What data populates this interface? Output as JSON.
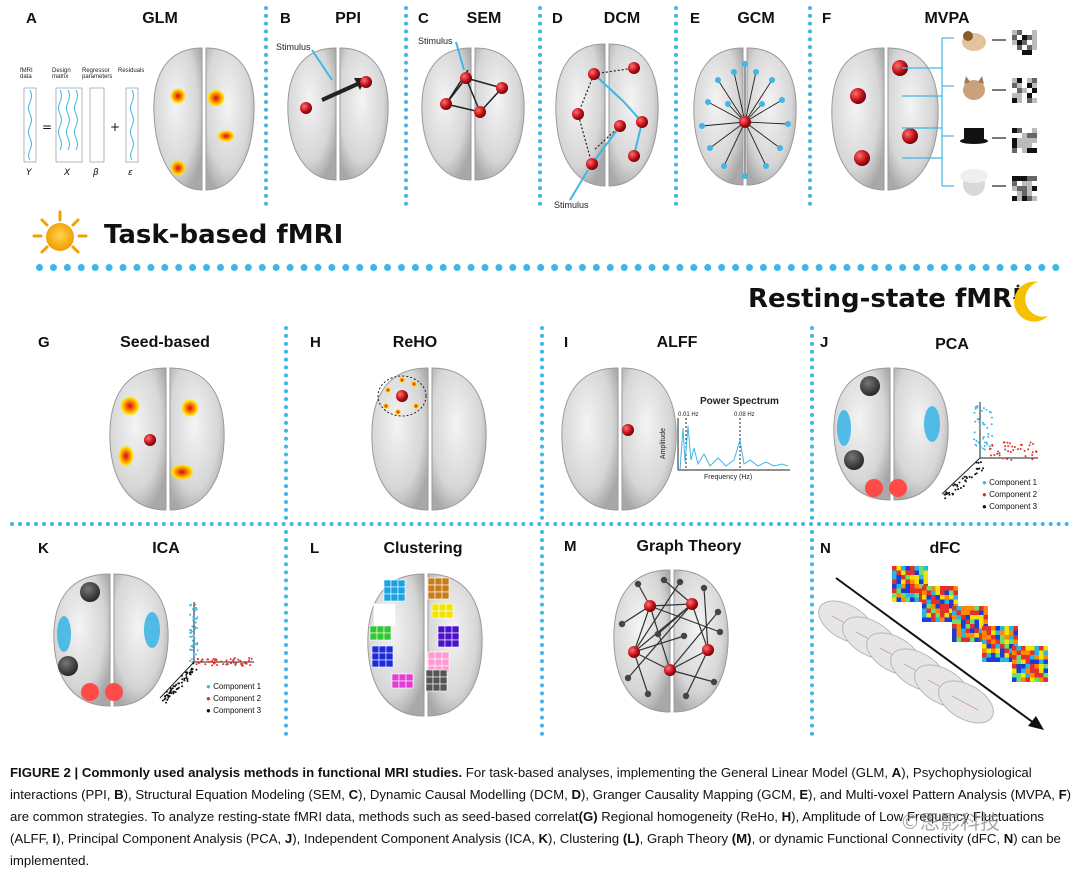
{
  "figure": {
    "sections": {
      "task": "Task-based fMRI",
      "rest": "Resting-state fMRI"
    },
    "panels": [
      {
        "id": "A",
        "letter": "A",
        "title": "GLM"
      },
      {
        "id": "B",
        "letter": "B",
        "title": "PPI"
      },
      {
        "id": "C",
        "letter": "C",
        "title": "SEM"
      },
      {
        "id": "D",
        "letter": "D",
        "title": "DCM"
      },
      {
        "id": "E",
        "letter": "E",
        "title": "GCM"
      },
      {
        "id": "F",
        "letter": "F",
        "title": "MVPA"
      },
      {
        "id": "G",
        "letter": "G",
        "title": "Seed-based"
      },
      {
        "id": "H",
        "letter": "H",
        "title": "ReHO"
      },
      {
        "id": "I",
        "letter": "I",
        "title": "ALFF"
      },
      {
        "id": "J",
        "letter": "J",
        "title": "PCA"
      },
      {
        "id": "K",
        "letter": "K",
        "title": "ICA"
      },
      {
        "id": "L",
        "letter": "L",
        "title": "Clustering"
      },
      {
        "id": "M",
        "letter": "M",
        "title": "Graph Theory"
      },
      {
        "id": "N",
        "letter": "N",
        "title": "dFC"
      }
    ],
    "glm": {
      "col_labels": [
        "fMRI data",
        "Design matrix",
        "Regressor parameters",
        "Residuals"
      ],
      "symbols": [
        "Y",
        "X",
        "β",
        "ε"
      ],
      "ops": [
        "=",
        "+"
      ]
    },
    "stimulus_label": "Stimulus",
    "alff": {
      "title": "Power Spectrum",
      "xlabel": "Frequency (Hz)",
      "ylabel": "Amplitude",
      "marks": [
        "0.01 Hz",
        "0.08 Hz"
      ]
    },
    "components": [
      "Component 1",
      "Component 2",
      "Component 3"
    ],
    "colors": {
      "accent": "#3fb6e6",
      "node": "#c0121a",
      "black": "#222222"
    }
  },
  "caption": {
    "label": "FIGURE 2 | Commonly used analysis methods in functional MRI studies.",
    "body": [
      " For task-based analyses, implementing the General Linear Model (GLM, ",
      "A",
      "), Psychophysiological interactions (PPI, ",
      "B",
      "), Structural Equation Modeling (SEM, ",
      "C",
      "), Dynamic Causal Modelling (DCM, ",
      "D",
      "), Granger Causality Mapping (GCM, ",
      "E",
      "), and Multi-voxel Pattern Analysis (MVPA, ",
      "F",
      ") are common strategies. To analyze resting-state fMRI data, methods such as seed-based correlat",
      "(G)",
      " Regional homogeneity (ReHo, ",
      "H",
      "), Amplitude of Low Frequency Fluctuations (ALFF, ",
      "I",
      "), Principal Component Analysis (PCA, ",
      "J",
      "), Independent Component Analysis (ICA, ",
      "K",
      "), Clustering ",
      "(L)",
      ", Graph Theory ",
      "(M)",
      ", or dynamic Functional Connectivity (dFC, ",
      "N",
      ") can be implemented."
    ]
  },
  "watermark": "©思影科技"
}
